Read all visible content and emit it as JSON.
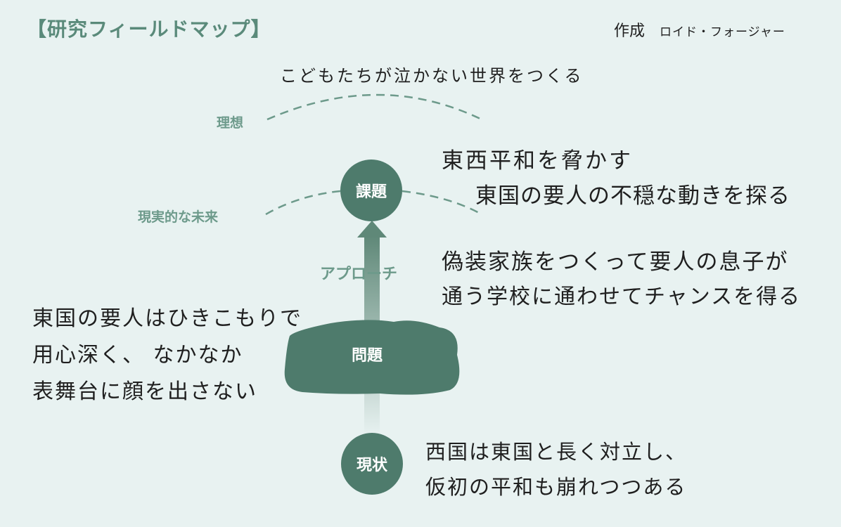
{
  "header": {
    "title": "【研究フィールドマップ】",
    "author_label": "作成",
    "author_name": "ロイド・フォージャー"
  },
  "ideal": {
    "label": "理想",
    "text": "こどもたちが泣かない世界をつくる"
  },
  "issue": {
    "node_label": "課題",
    "side_label": "現実的な未来",
    "line1": "東西平和を脅かす",
    "line2": "東国の要人の不穏な動きを探る"
  },
  "approach": {
    "label": "アプローチ",
    "line1": "偽装家族をつくって要人の息子が",
    "line2": "通う学校に通わせてチャンスを得る"
  },
  "problem": {
    "node_label": "問題",
    "line1": "東国の要人はひきこもりで",
    "line2": "用心深く、 なかなか",
    "line3": "表舞台に顔を出さない"
  },
  "current": {
    "node_label": "現状",
    "line1": "西国は東国と長く対立し、",
    "line2": "仮初の平和も崩れつつある"
  },
  "colors": {
    "background": "#e8f2f1",
    "node_fill": "#4e7b6c",
    "accent_text": "#5a8a7a",
    "dashed_line": "#6d9a8b"
  }
}
